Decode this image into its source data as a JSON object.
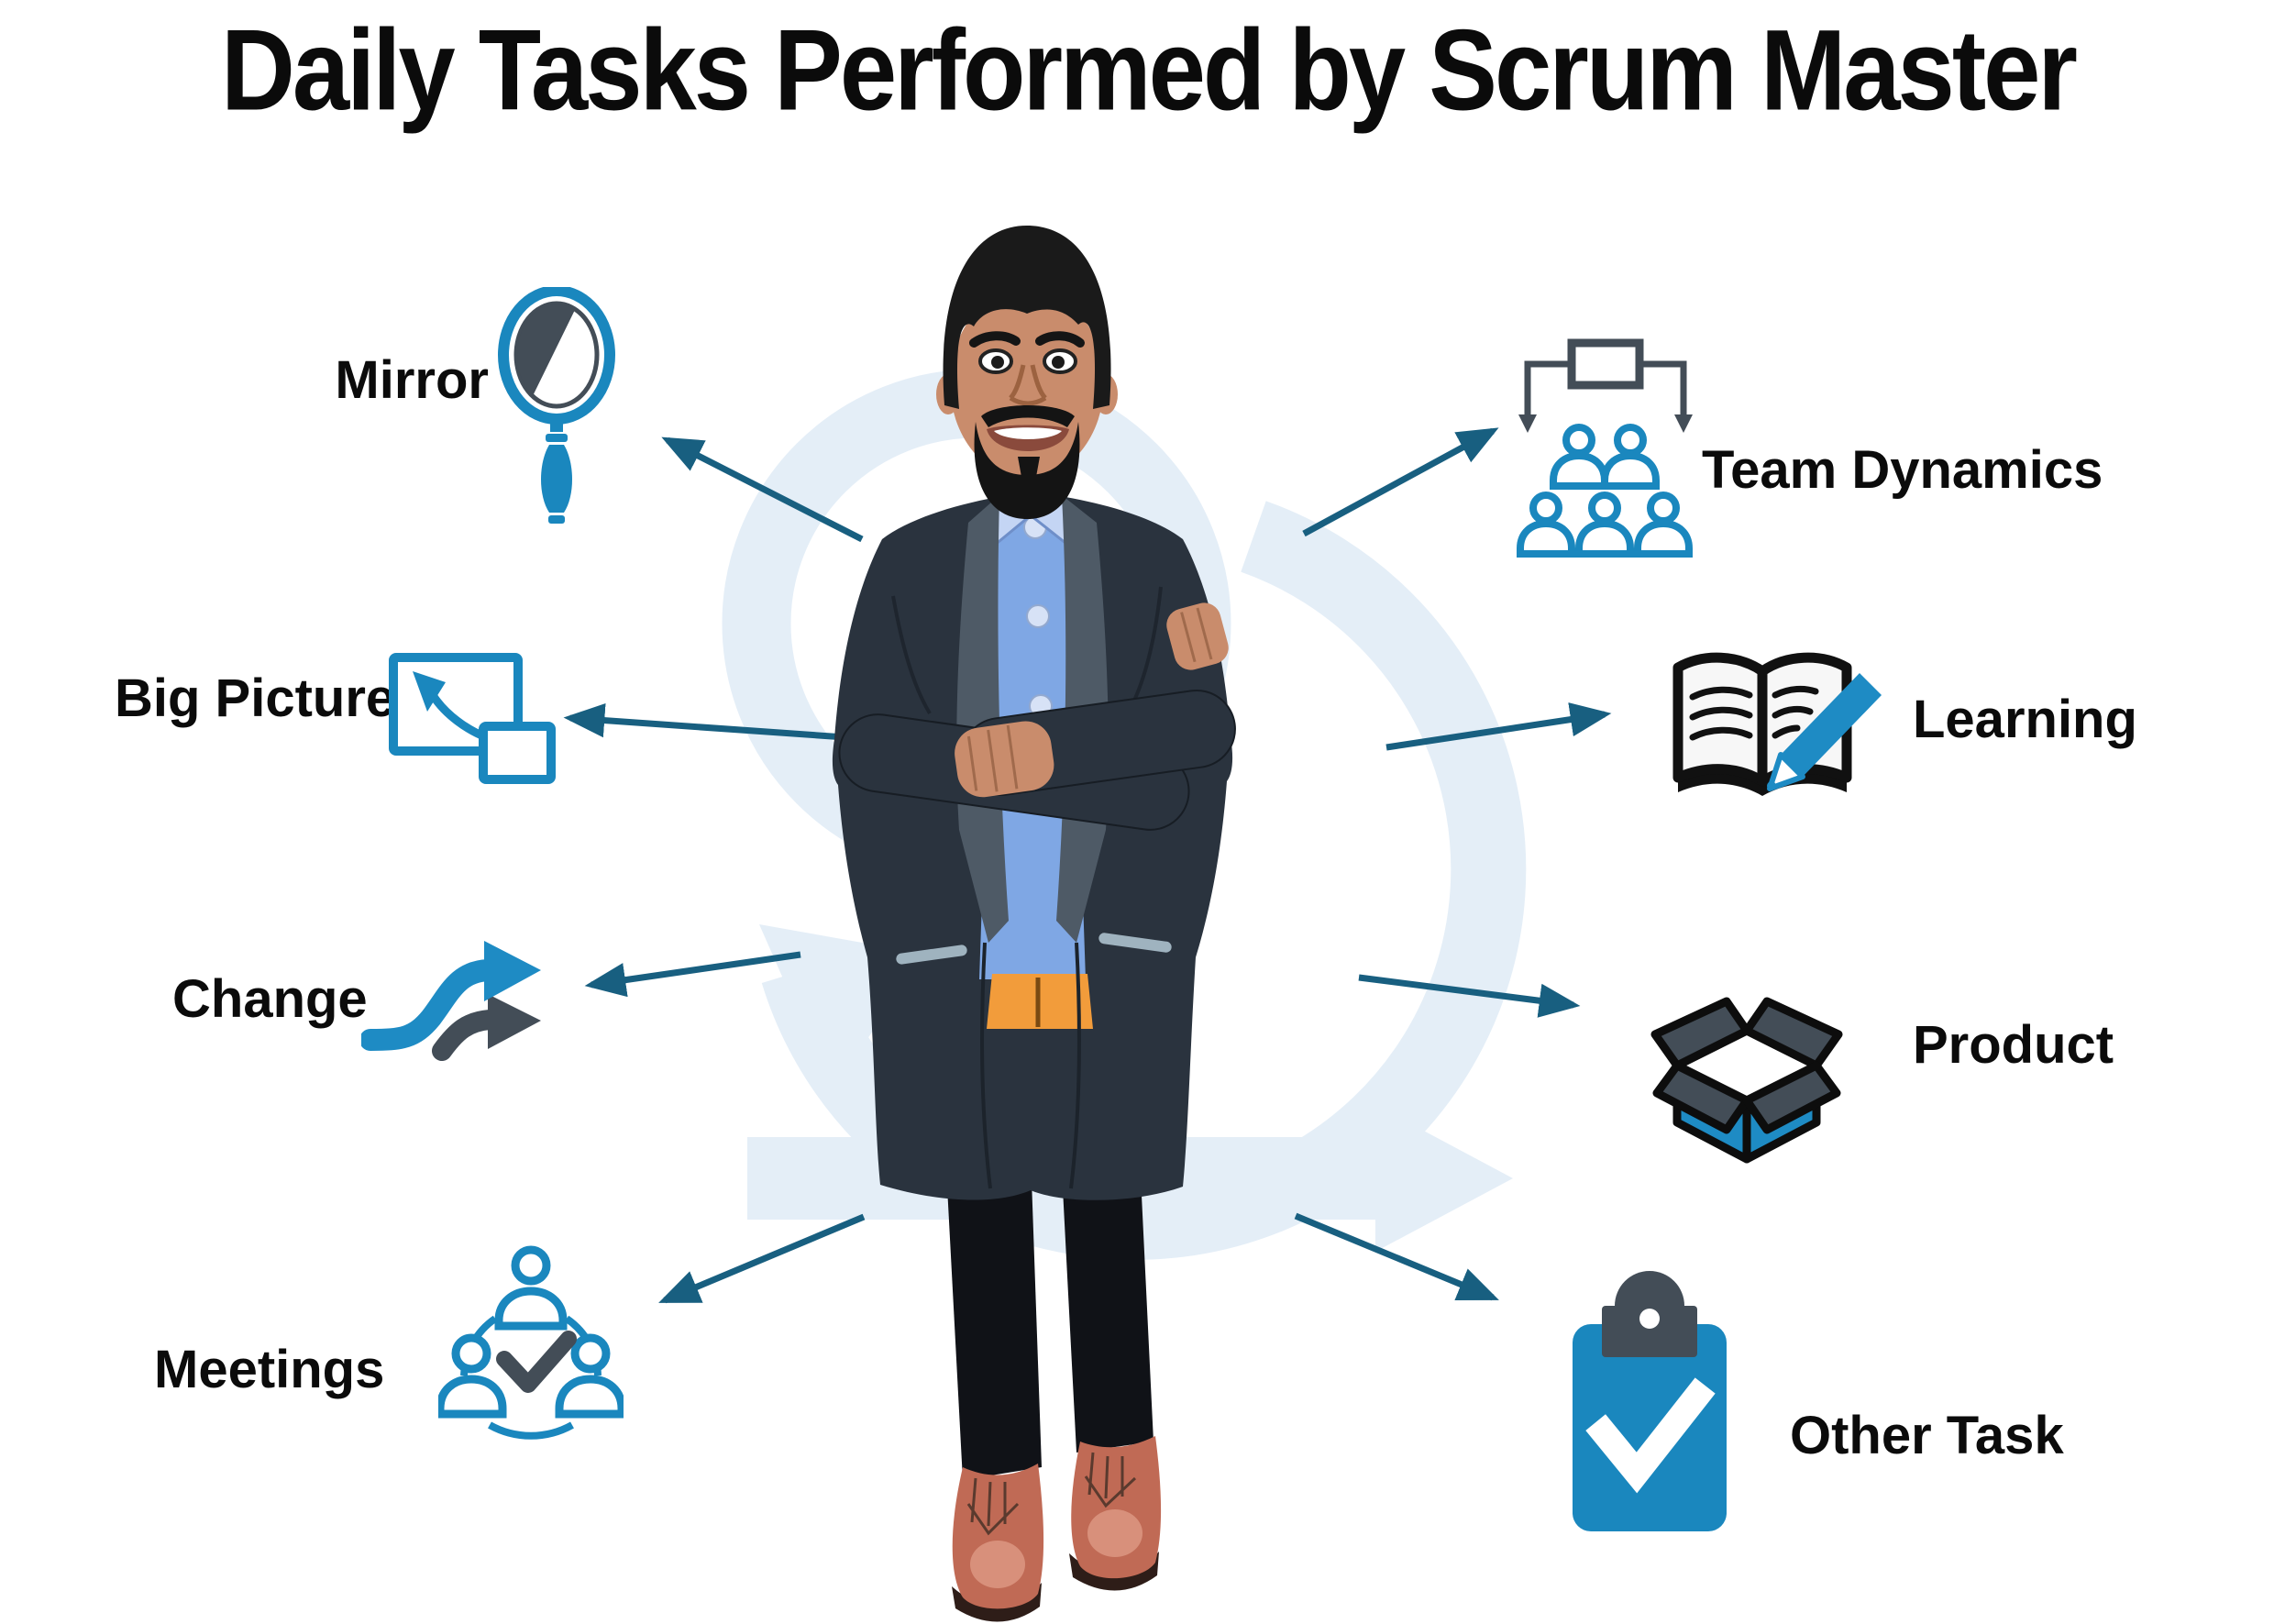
{
  "title": "Daily Tasks Performed by Scrum Master",
  "figure": {
    "name": "scrum-master",
    "description": "Smiling man with goatee standing with arms crossed, dark suit jacket over blue shirt, orange belt, dark trousers, brown shoes",
    "background_symbol": "faint light-blue scrum sprint loop arrow"
  },
  "tasks": [
    {
      "label": "Mirror",
      "icon": "hand-mirror-icon",
      "side": "left"
    },
    {
      "label": "Big Picture",
      "icon": "big-picture-frames-icon",
      "side": "left"
    },
    {
      "label": "Change",
      "icon": "shuffle-arrows-icon",
      "side": "left"
    },
    {
      "label": "Meetings",
      "icon": "team-meeting-check-icon",
      "side": "left"
    },
    {
      "label": "Team Dynamics",
      "icon": "org-chart-team-icon",
      "side": "right"
    },
    {
      "label": "Learning",
      "icon": "open-book-pencil-icon",
      "side": "right"
    },
    {
      "label": "Product",
      "icon": "open-box-icon",
      "side": "right"
    },
    {
      "label": "Other Task",
      "icon": "clipboard-check-icon",
      "side": "right"
    }
  ],
  "colors": {
    "icon_blue": "#1A87BE",
    "pencil_blue": "#1E8BC4",
    "slate_dark": "#434D57",
    "arrow_teal": "#185F80",
    "watermark_blue": "#E4EEF7",
    "text_black": "#0B0B0B",
    "hair_black": "#1A1A1A",
    "skin": "#C98C6C",
    "shirt_blue": "#7FA7E4",
    "jacket_dark": "#2A333E",
    "lapel_gray": "#4E5A66",
    "belt_orange": "#F29C3B",
    "pants_dark": "#101217",
    "shoe_brown": "#C06A55"
  }
}
